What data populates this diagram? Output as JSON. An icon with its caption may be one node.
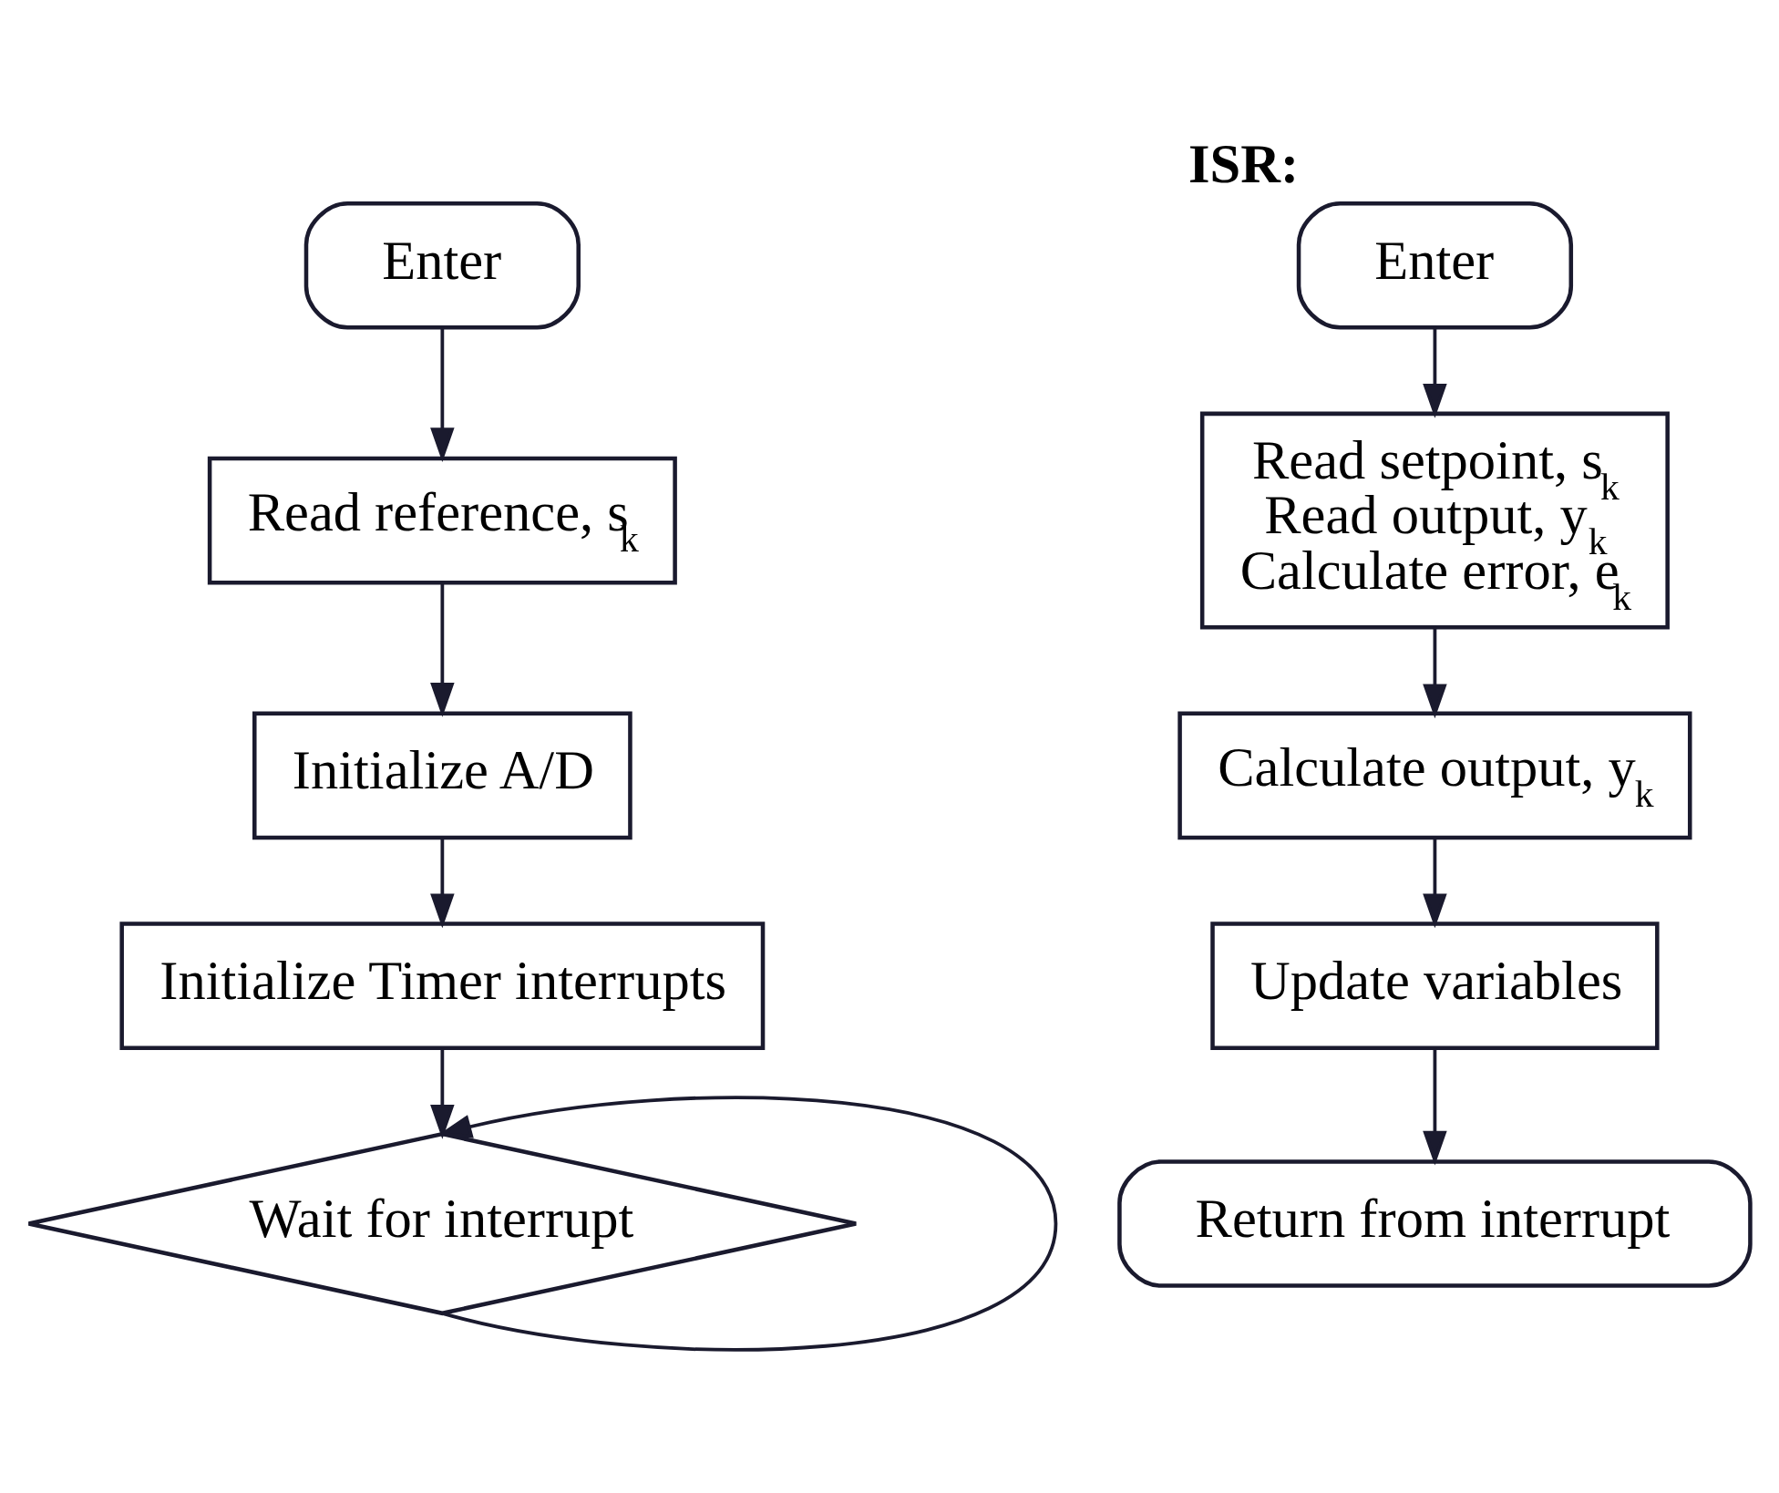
{
  "diagram": {
    "nodes": [
      {
        "text": [
          "Enter"
        ]
      },
      {
        "text": [
          "Read reference, s$_{k}$"
        ]
      },
      {
        "text": [
          "Initialize A/D"
        ]
      },
      {
        "text": [
          "Initialize Timer interrupts"
        ]
      },
      {
        "text": [
          "Wait for interrupt"
        ]
      },
      {
        "text": [
          "Enter"
        ],
        "beside": [
          "ISR:"
        ]
      },
      {
        "text": [
          "Read setpoint, s$_{k}$",
          "Read output, y$_{k}$",
          "Calculate error, e$_{k}$"
        ]
      },
      {
        "text": [
          "Calculate output, y$_{k}$"
        ]
      },
      {
        "text": [
          "Update variables"
        ]
      },
      {
        "text": [
          "Return from interrupt"
        ]
      }
    ],
    "edges": [
      {
        "from": 0,
        "to": 1,
        "arrow": "to"
      },
      {
        "from": 1,
        "to": 2,
        "arrow": "to"
      },
      {
        "from": 2,
        "to": 3,
        "arrow": "to"
      },
      {
        "from": 3,
        "to": 4,
        "arrow": "to"
      },
      {
        "from": 4,
        "to": 4,
        "arrow": "to"
      },
      {
        "from": 5,
        "to": 6,
        "arrow": "to"
      },
      {
        "from": 6,
        "to": 7,
        "arrow": "to"
      },
      {
        "from": 7,
        "to": 8,
        "arrow": "to"
      },
      {
        "from": 8,
        "to": 9,
        "arrow": "to"
      }
    ]
  }
}
